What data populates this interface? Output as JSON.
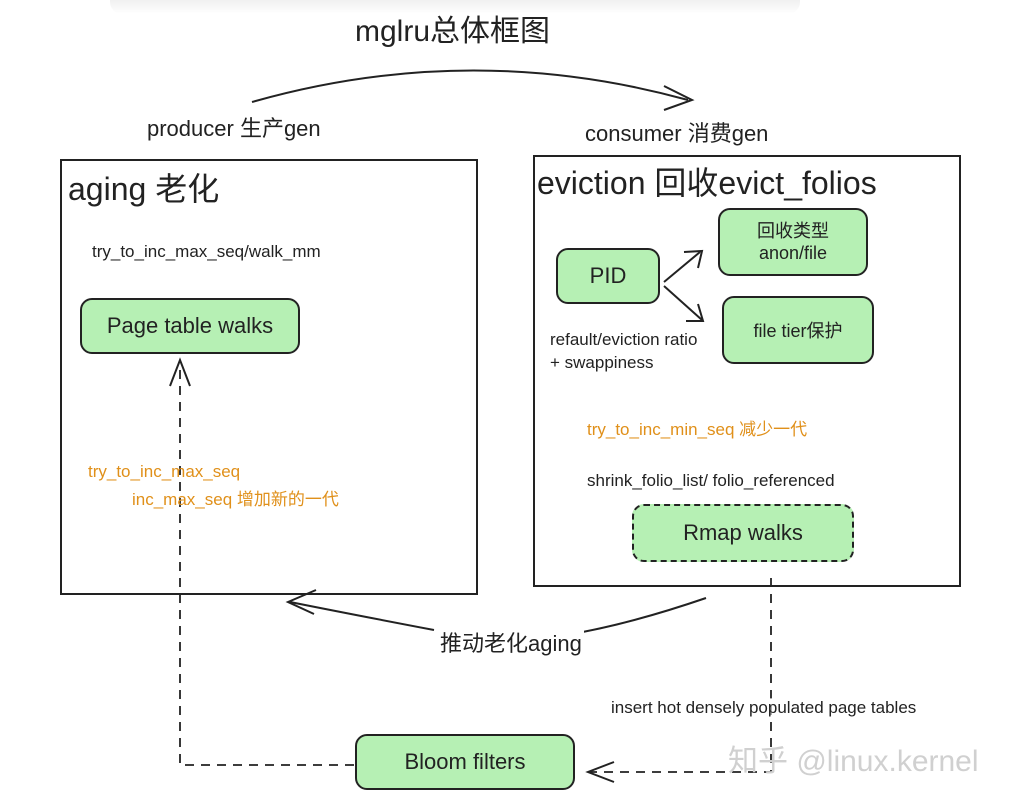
{
  "title": "mglru总体框图",
  "producer_label": "producer 生产gen",
  "consumer_label": "consumer 消费gen",
  "aging_panel": {
    "title": "aging 老化",
    "call_text": "try_to_inc_max_seq/walk_mm",
    "page_table_node": "Page table walks",
    "orange_line1": "try_to_inc_max_seq",
    "orange_line2": "inc_max_seq 增加新的一代"
  },
  "eviction_panel": {
    "title": "eviction 回收evict_folios",
    "pid_node": "PID",
    "recycle_type_line1": "回收类型",
    "recycle_type_line2": "anon/file",
    "file_tier_node": "file tier保护",
    "ratio_line1": "refault/eviction ratio",
    "ratio_line2": "+ swappiness",
    "orange_text": "try_to_inc_min_seq 减少一代",
    "shrink_text": "shrink_folio_list/ folio_referenced",
    "rmap_node": "Rmap walks"
  },
  "push_aging_label": "推动老化aging",
  "insert_label": "insert hot densely populated page tables",
  "bloom_node": "Bloom filters",
  "watermark": "知乎 @linux.kernel"
}
